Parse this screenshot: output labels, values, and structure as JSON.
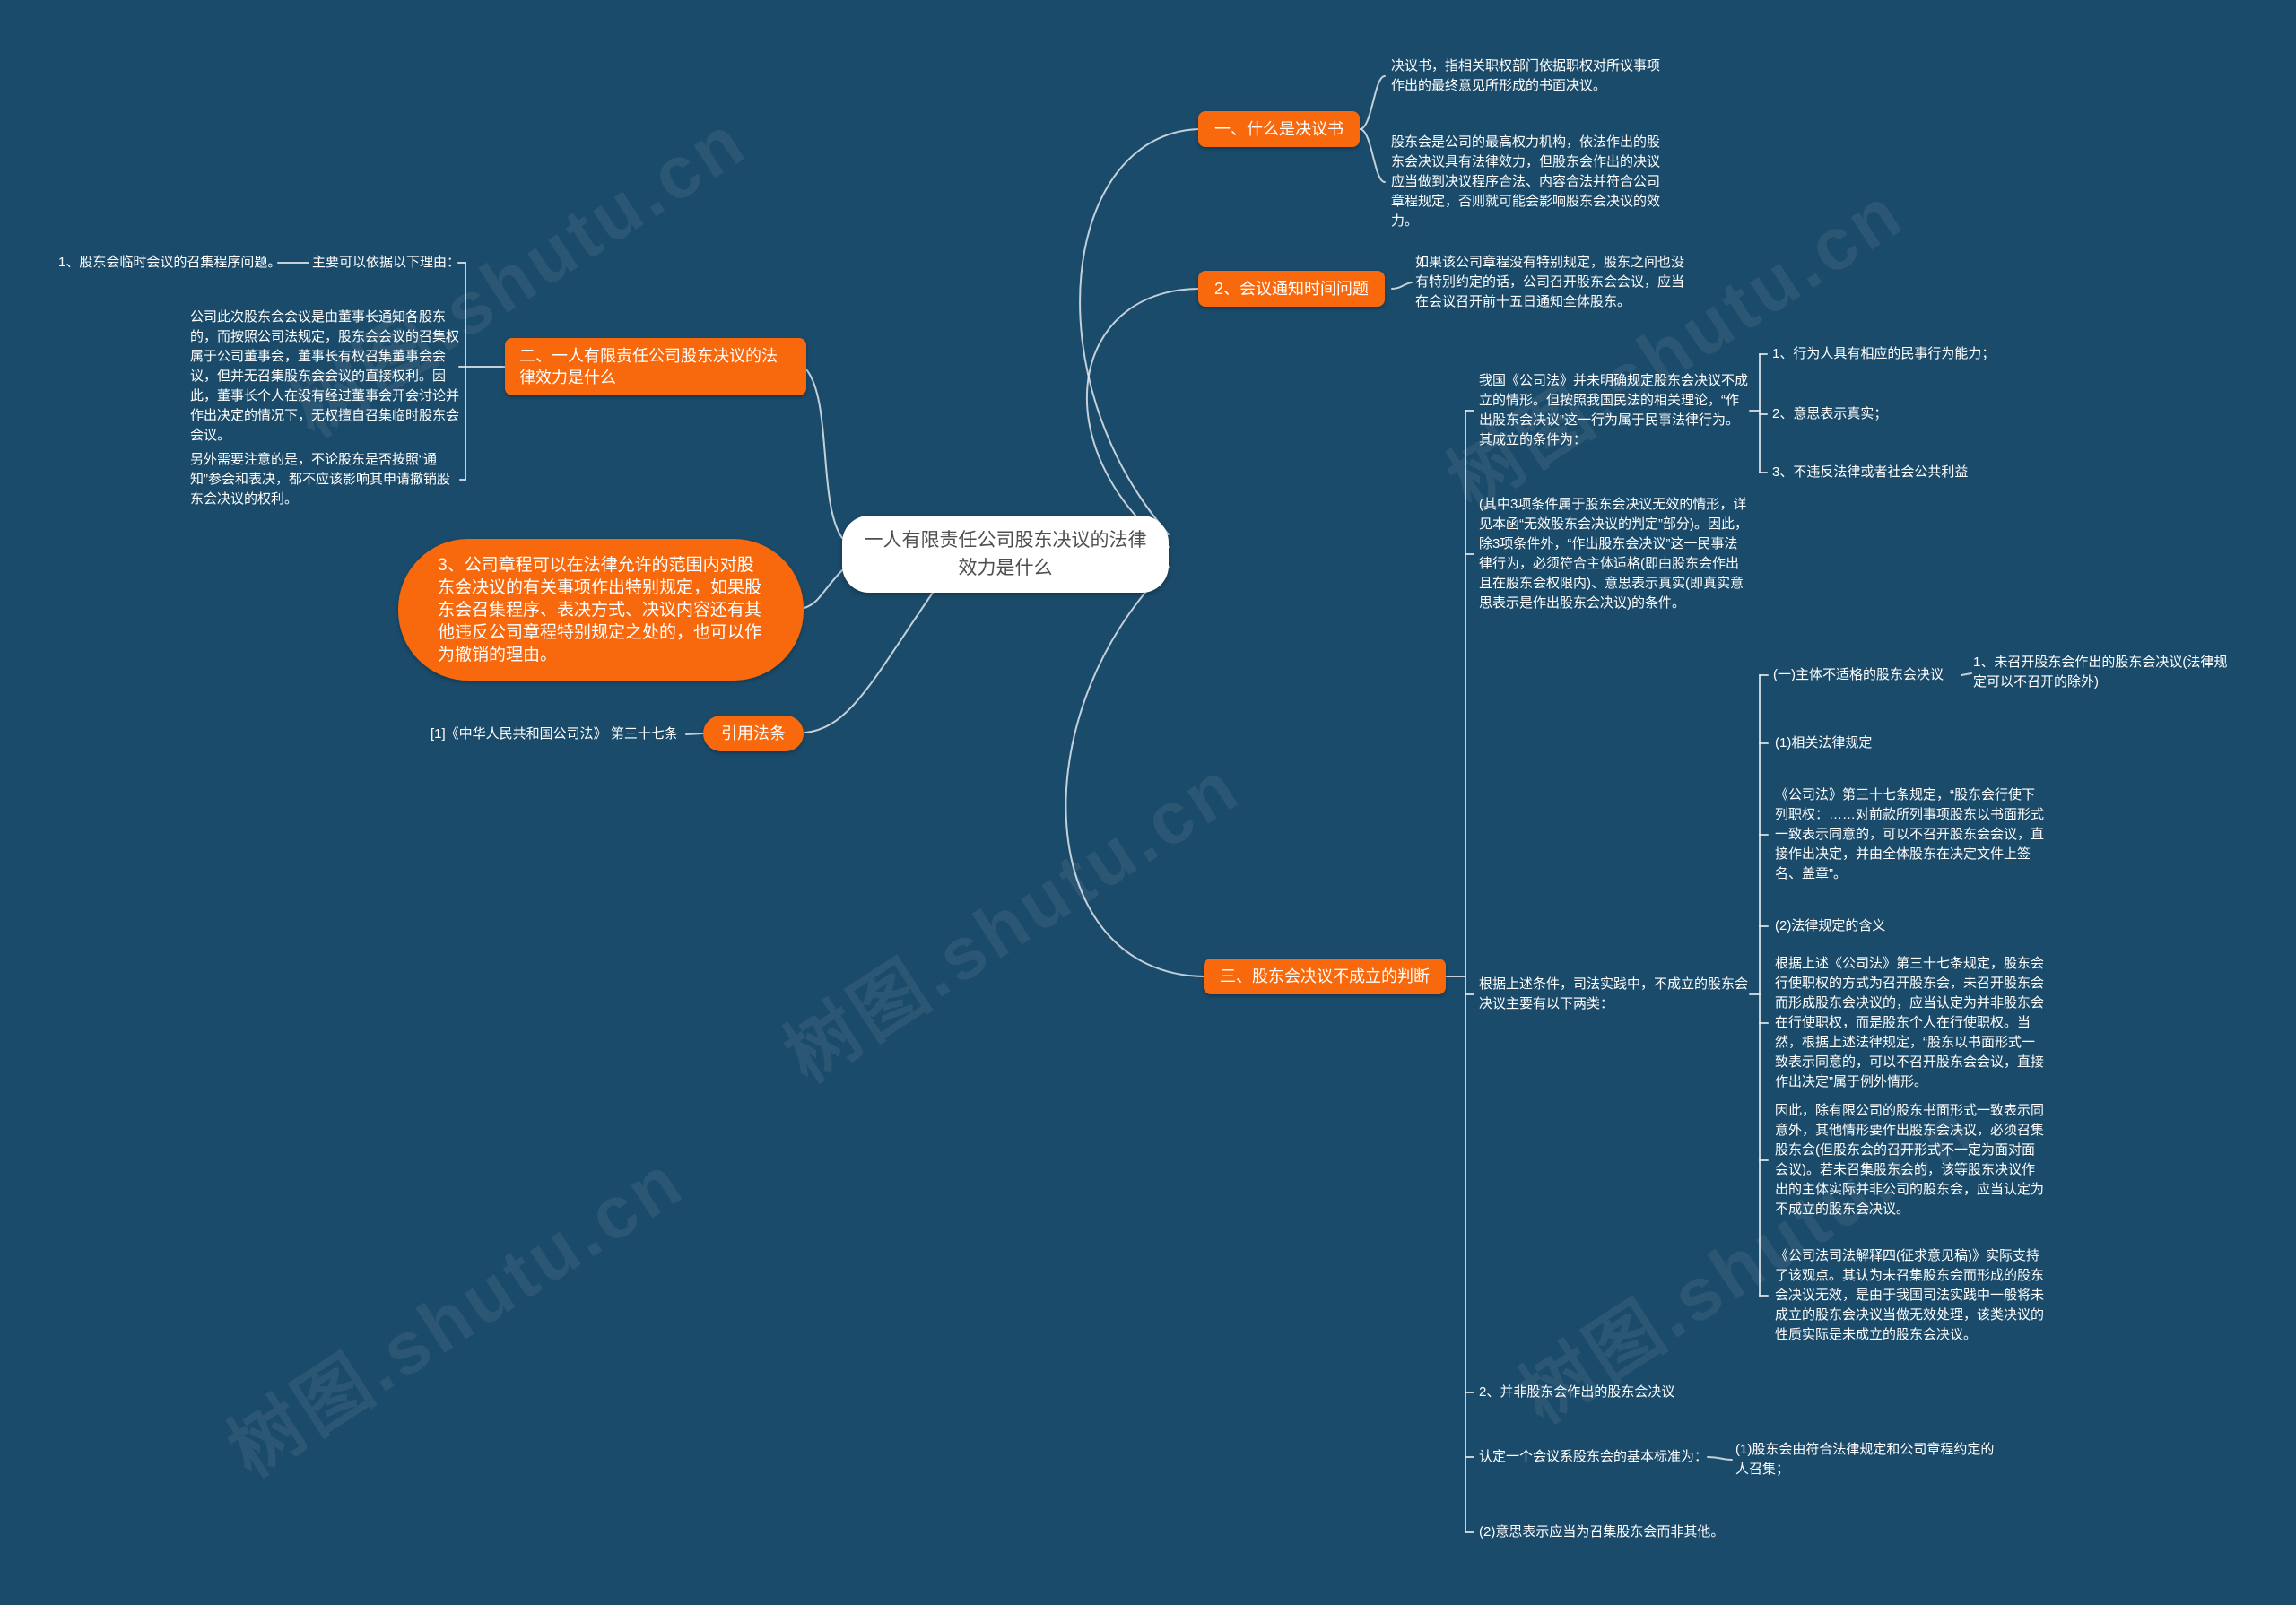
{
  "center": {
    "text": "一人有限责任公司股东决议的法律效力是什么"
  },
  "watermark": {
    "text": "树图.shutu.cn"
  },
  "branch_one": {
    "label": "一、什么是决议书",
    "definition": "决议书，指相关职权部门依据职权对所议事项作出的最终意见所形成的书面决议。",
    "validity": "股东会是公司的最高权力机构，依法作出的股东会决议具有法律效力，但股东会作出的决议应当做到决议程序合法、内容合法并符合公司章程规定，否则就可能会影响股东会决议的效力。"
  },
  "branch_two": {
    "label": "2、会议通知时间问题",
    "notice": "如果该公司章程没有特别规定，股东之间也没有特别约定的话，公司召开股东会会议，应当在会议召开前十五日通知全体股东。"
  },
  "branch_effect": {
    "label": "二、一人有限责任公司股东决议的法律效力是什么",
    "item1": "1、股东会临时会议的召集程序问题。",
    "reason_intro": "主要可以依据以下理由：",
    "reason1": "公司此次股东会会议是由董事长通知各股东的，而按照公司法规定，股东会会议的召集权属于公司董事会，董事长有权召集董事会会议，但并无召集股东会会议的直接权利。因此，董事长个人在没有经过董事会开会讨论并作出决定的情况下，无权擅自召集临时股东会会议。",
    "reason2": "另外需要注意的是，不论股东是否按照“通知”参会和表决，都不应该影响其申请撤销股东会决议的权利。",
    "item3": "3、公司章程可以在法律允许的范围内对股东会决议的有关事项作出特别规定，如果股东会召集程序、表决方式、决议内容还有其他违反公司章程特别规定之处的，也可以作为撤销的理由。",
    "citation_label": "引用法条",
    "citation": "[1]《中华人民共和国公司法》 第三十七条"
  },
  "branch_three": {
    "label": "三、股东会决议不成立的判断",
    "intro": "我国《公司法》并未明确规定股东会决议不成立的情形。但按照我国民法的相关理论，“作出股东会决议”这一行为属于民事法律行为。其成立的条件为：",
    "condition1": "1、行为人具有相应的民事行为能力；",
    "condition2": "2、意思表示真实；",
    "condition3": "3、不违反法律或者社会公共利益",
    "note": "(其中3项条件属于股东会决议无效的情形，详见本函“无效股东会决议的判定”部分)。因此，除3项条件外，“作出股东会决议”这一民事法律行为，必须符合主体适格(即由股东会作出且在股东会权限内)、意思表示真实(即真实意思表示是作出股东会决议)的条件。",
    "two_types": "根据上述条件，司法实践中，不成立的股东会决议主要有以下两类：",
    "type1": {
      "label": "(一)主体不适格的股东会决议",
      "case1": "1、未召开股东会作出的股东会决议(法律规定可以不召开的除外)",
      "law_ref_label": "(1)相关法律规定",
      "law_ref": "《公司法》第三十七条规定，“股东会行使下列职权：……对前款所列事项股东以书面形式一致表示同意的，可以不召开股东会会议，直接作出决定，并由全体股东在决定文件上签名、盖章”。",
      "meaning_label": "(2)法律规定的含义",
      "meaning": "根据上述《公司法》第三十七条规定，股东会行使职权的方式为召开股东会，未召开股东会而形成股东会决议的，应当认定为并非股东会在行使职权，而是股东个人在行使职权。当然，根据上述法律规定，“股东以书面形式一致表示同意的，可以不召开股东会会议，直接作出决定”属于例外情形。",
      "conclusion": "因此，除有限公司的股东书面形式一致表示同意外，其他情形要作出股东会决议，必须召集股东会(但股东会的召开形式不一定为面对面会议)。若未召集股东会的，该等股东决议作出的主体实际并非公司的股东会，应当认定为不成立的股东会决议。",
      "judicial_view": "《公司法司法解释四(征求意见稿)》实际支持了该观点。其认为未召集股东会而形成的股东会决议无效，是由于我国司法实践中一般将未成立的股东会决议当做无效处理，该类决议的性质实际是未成立的股东会决议。"
    },
    "type2": {
      "label": "2、并非股东会作出的股东会决议",
      "standard_intro": "认定一个会议系股东会的基本标准为：",
      "standard1": "(1)股东会由符合法律规定和公司章程约定的人召集；",
      "standard2": "(2)意思表示应当为召集股东会而非其他。"
    }
  },
  "colors": {
    "background": "#1b4b6a",
    "node_orange": "#f8690e",
    "connector": "#e9eef3"
  }
}
